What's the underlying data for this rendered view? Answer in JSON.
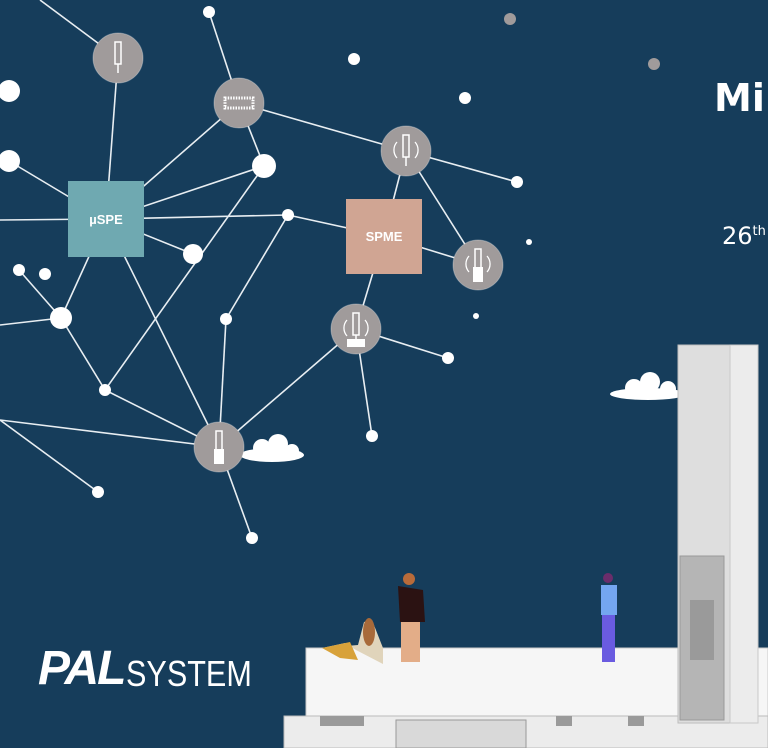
{
  "title_partial": "Mi",
  "date_partial": {
    "day": "26",
    "suffix": "th"
  },
  "nodes": {
    "uspe_label": "µSPE",
    "spme_label": "SPME"
  },
  "logo": {
    "pal": "PAL",
    "system": "SYSTEM"
  },
  "colors": {
    "background": "#163d5b",
    "uspe_box": "#6fa9b1",
    "spme_box": "#d0a593",
    "icon_node": "#a09b9b",
    "dot": "#ffffff"
  }
}
